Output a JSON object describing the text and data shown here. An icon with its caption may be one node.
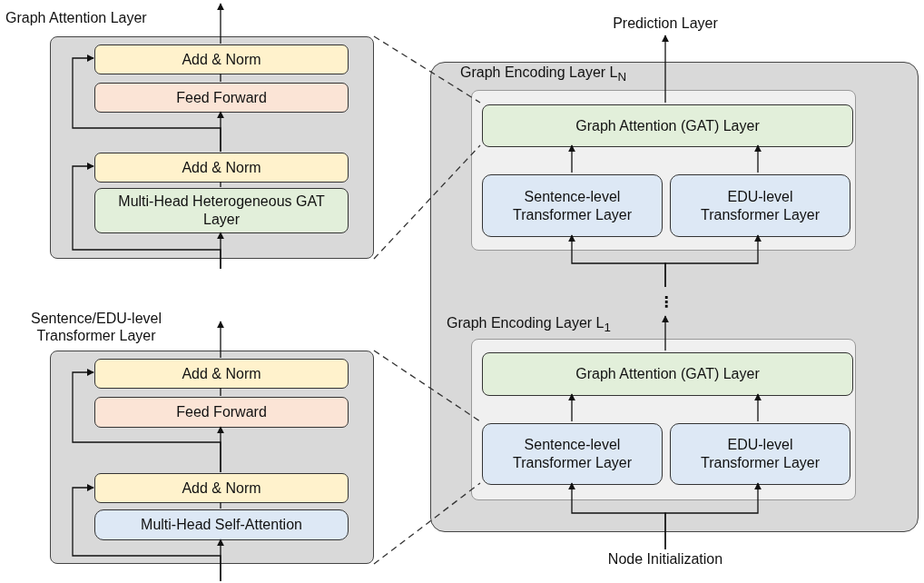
{
  "diagram": {
    "nodes": [
      {
        "text": [
          "Graph Attention Layer"
        ]
      },
      {
        "text": [
          "Add & Norm"
        ],
        "in": 0
      },
      {
        "text": [
          "Feed Forward"
        ],
        "in": 0
      },
      {
        "text": [
          "Add & Norm"
        ],
        "in": 0
      },
      {
        "text": [
          "Multi-Head Heterogeneous GAT Layer"
        ],
        "in": 0
      },
      {
        "text": [
          "Sentence/EDU-level Transformer Layer"
        ]
      },
      {
        "text": [
          "Add & Norm"
        ],
        "in": 5
      },
      {
        "text": [
          "Feed Forward"
        ],
        "in": 5
      },
      {
        "text": [
          "Add & Norm"
        ],
        "in": 5
      },
      {
        "text": [
          "Multi-Head Self-Attention"
        ],
        "in": 5
      },
      {
        "text": [],
        "shape": "box"
      },
      {
        "text": [
          "Graph Encoding Layer L$_{N}$"
        ],
        "in": 10
      },
      {
        "text": [
          "Graph Attention (GAT) Layer"
        ],
        "in": 11
      },
      {
        "text": [
          "Sentence-level Transformer Layer"
        ],
        "in": 11
      },
      {
        "text": [
          "EDU-level Transformer Layer"
        ],
        "in": 11
      },
      {
        "text": [
          "Graph Encoding Layer L$_{1}$"
        ],
        "in": 10
      },
      {
        "text": [
          "Graph Attention (GAT) Layer"
        ],
        "in": 15
      },
      {
        "text": [
          "Sentence-level Transformer Layer"
        ],
        "in": 15
      },
      {
        "text": [
          "EDU-level Transformer Layer"
        ],
        "in": 15
      },
      {
        "text": [
          "Prediction Layer"
        ]
      },
      {
        "text": [
          "Node Initialization"
        ]
      },
      {
        "text": [
          "⋮"
        ],
        "in": 10
      }
    ],
    "edges": [
      {
        "from": null,
        "to": 4,
        "arrow": "to"
      },
      {
        "from": null,
        "to": 3,
        "arrow": "to"
      },
      {
        "from": 4,
        "to": 3,
        "arrow": "none"
      },
      {
        "from": 3,
        "to": 2,
        "arrow": "to"
      },
      {
        "from": 3,
        "to": 1,
        "arrow": "to"
      },
      {
        "from": 2,
        "to": 1,
        "arrow": "none"
      },
      {
        "from": 1,
        "to": null,
        "arrow": "to"
      },
      {
        "from": null,
        "to": 9,
        "arrow": "to"
      },
      {
        "from": null,
        "to": 8,
        "arrow": "to"
      },
      {
        "from": 9,
        "to": 8,
        "arrow": "none"
      },
      {
        "from": 8,
        "to": 7,
        "arrow": "to"
      },
      {
        "from": 8,
        "to": 6,
        "arrow": "to"
      },
      {
        "from": 7,
        "to": 6,
        "arrow": "none"
      },
      {
        "from": 6,
        "to": null,
        "arrow": "to"
      },
      {
        "from": 20,
        "to": 17,
        "arrow": "to"
      },
      {
        "from": 20,
        "to": 18,
        "arrow": "to"
      },
      {
        "from": 17,
        "to": 16,
        "arrow": "to"
      },
      {
        "from": 18,
        "to": 16,
        "arrow": "to"
      },
      {
        "from": 16,
        "to": 21,
        "arrow": "to"
      },
      {
        "from": 21,
        "to": 13,
        "arrow": "to"
      },
      {
        "from": 21,
        "to": 14,
        "arrow": "to"
      },
      {
        "from": 13,
        "to": 12,
        "arrow": "to"
      },
      {
        "from": 14,
        "to": 12,
        "arrow": "to"
      },
      {
        "from": 12,
        "to": 19,
        "arrow": "to"
      },
      {
        "from": 0,
        "to": 12,
        "arrow": "none",
        "style": "dashed"
      },
      {
        "from": 0,
        "to": 12,
        "arrow": "none",
        "style": "dashed"
      },
      {
        "from": 5,
        "to": 17,
        "arrow": "none",
        "style": "dashed"
      },
      {
        "from": 5,
        "to": 17,
        "arrow": "none",
        "style": "dashed"
      }
    ]
  }
}
